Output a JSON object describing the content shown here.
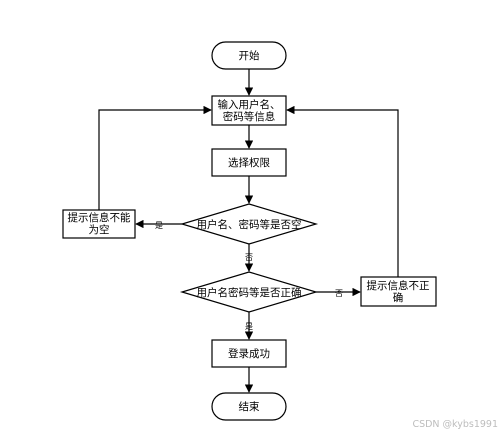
{
  "nodes": {
    "start": "开始",
    "input_line1": "输入用户名、",
    "input_line2": "密码等信息",
    "select_role": "选择权限",
    "check_empty": "用户名、密码等是否空",
    "empty_msg_line1": "提示信息不能",
    "empty_msg_line2": "为空",
    "check_correct": "用户名密码等是否正确",
    "incorrect_msg_line1": "提示信息不正",
    "incorrect_msg_line2": "确",
    "login_success": "登录成功",
    "end": "结束"
  },
  "edges": {
    "empty_yes": "是",
    "empty_no": "否",
    "correct_no": "否",
    "correct_yes": "是"
  },
  "watermark": "CSDN @kybs1991"
}
